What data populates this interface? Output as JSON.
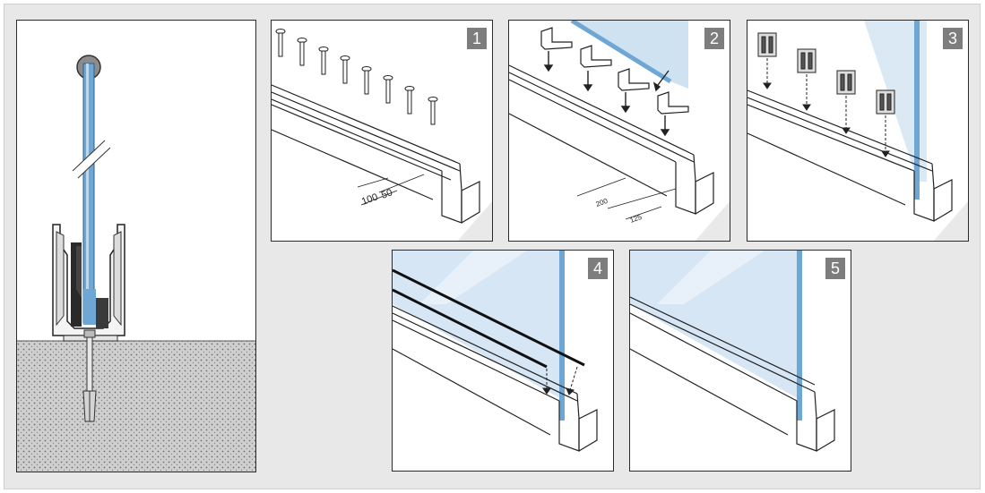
{
  "steps": [
    {
      "number": "1",
      "dims": [
        "100",
        "50"
      ]
    },
    {
      "number": "2",
      "dims": [
        "200",
        "125"
      ]
    },
    {
      "number": "3"
    },
    {
      "number": "4"
    },
    {
      "number": "5"
    }
  ],
  "colors": {
    "glass": "#6fa7d4",
    "glass_light": "#cfe2f1",
    "profile": "#ffffff",
    "outline": "#1a1a1a",
    "badge": "#7d7d7d",
    "background": "#e8e8e8",
    "concrete": "#c8c8c8"
  }
}
